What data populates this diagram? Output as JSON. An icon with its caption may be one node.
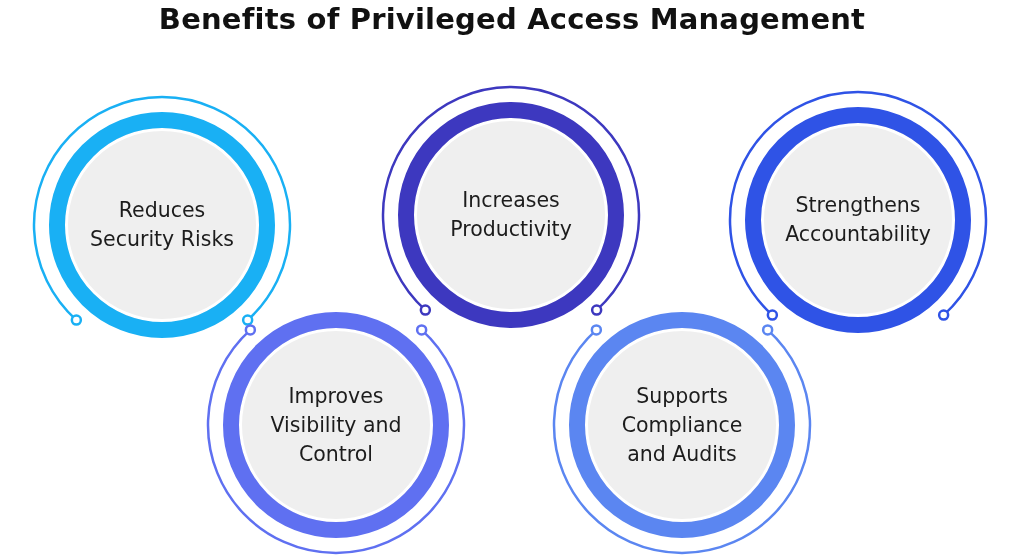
{
  "diagram": {
    "title": "Benefits of Privileged Access Management",
    "nodes": [
      {
        "text": [
          "Reduces Security Risks"
        ]
      },
      {
        "text": [
          "Increases Productivity"
        ]
      },
      {
        "text": [
          "Strengthens Accountability"
        ]
      },
      {
        "text": [
          "Improves Visibility and Control"
        ]
      },
      {
        "text": [
          "Supports Compliance and Audits"
        ]
      }
    ]
  }
}
